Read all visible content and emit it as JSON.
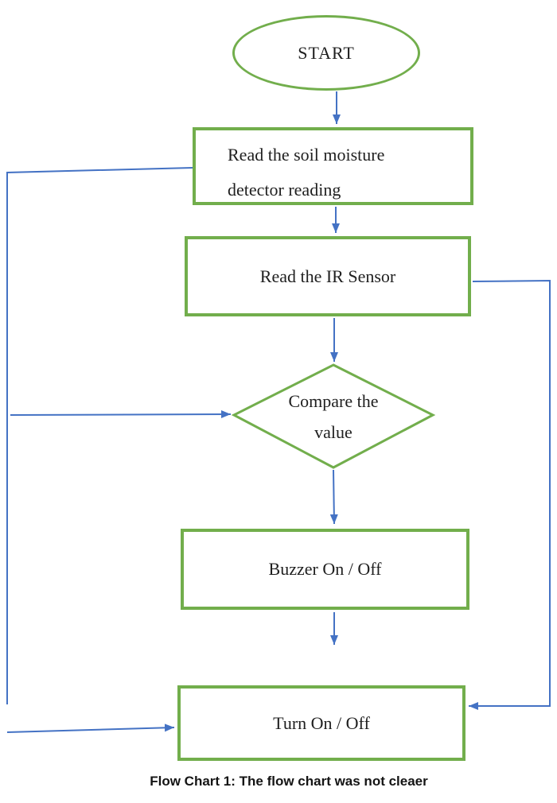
{
  "figure": {
    "kind": "flowchart",
    "background": "#ffffff",
    "colors": {
      "shape_border_green": "#72ae4c",
      "connector_blue": "#4472c4",
      "text": "#1f1f1f"
    },
    "nodes": {
      "start": {
        "shape": "ellipse",
        "label": "START"
      },
      "read_soil": {
        "shape": "rectangle",
        "lines": [
          "Read the soil moisture",
          "detector reading"
        ]
      },
      "read_ir": {
        "shape": "rectangle",
        "label": "Read the IR Sensor"
      },
      "compare": {
        "shape": "diamond",
        "lines": [
          "Compare the",
          "value"
        ]
      },
      "buzzer": {
        "shape": "rectangle",
        "label": "Buzzer On / Off"
      },
      "turn": {
        "shape": "rectangle",
        "label": "Turn On / Off"
      }
    },
    "edges": [
      "start -> read_soil",
      "read_soil -> read_ir",
      "read_ir -> compare",
      "compare -> buzzer",
      "buzzer -> (gap above turn)",
      "read_soil left-edge loop -> compare (left arrow)",
      "left loop -> turn (left arrow)",
      "read_ir right-edge loop -> turn (right arrow)"
    ],
    "caption": "Flow Chart 1: The flow chart was not cleaer"
  }
}
